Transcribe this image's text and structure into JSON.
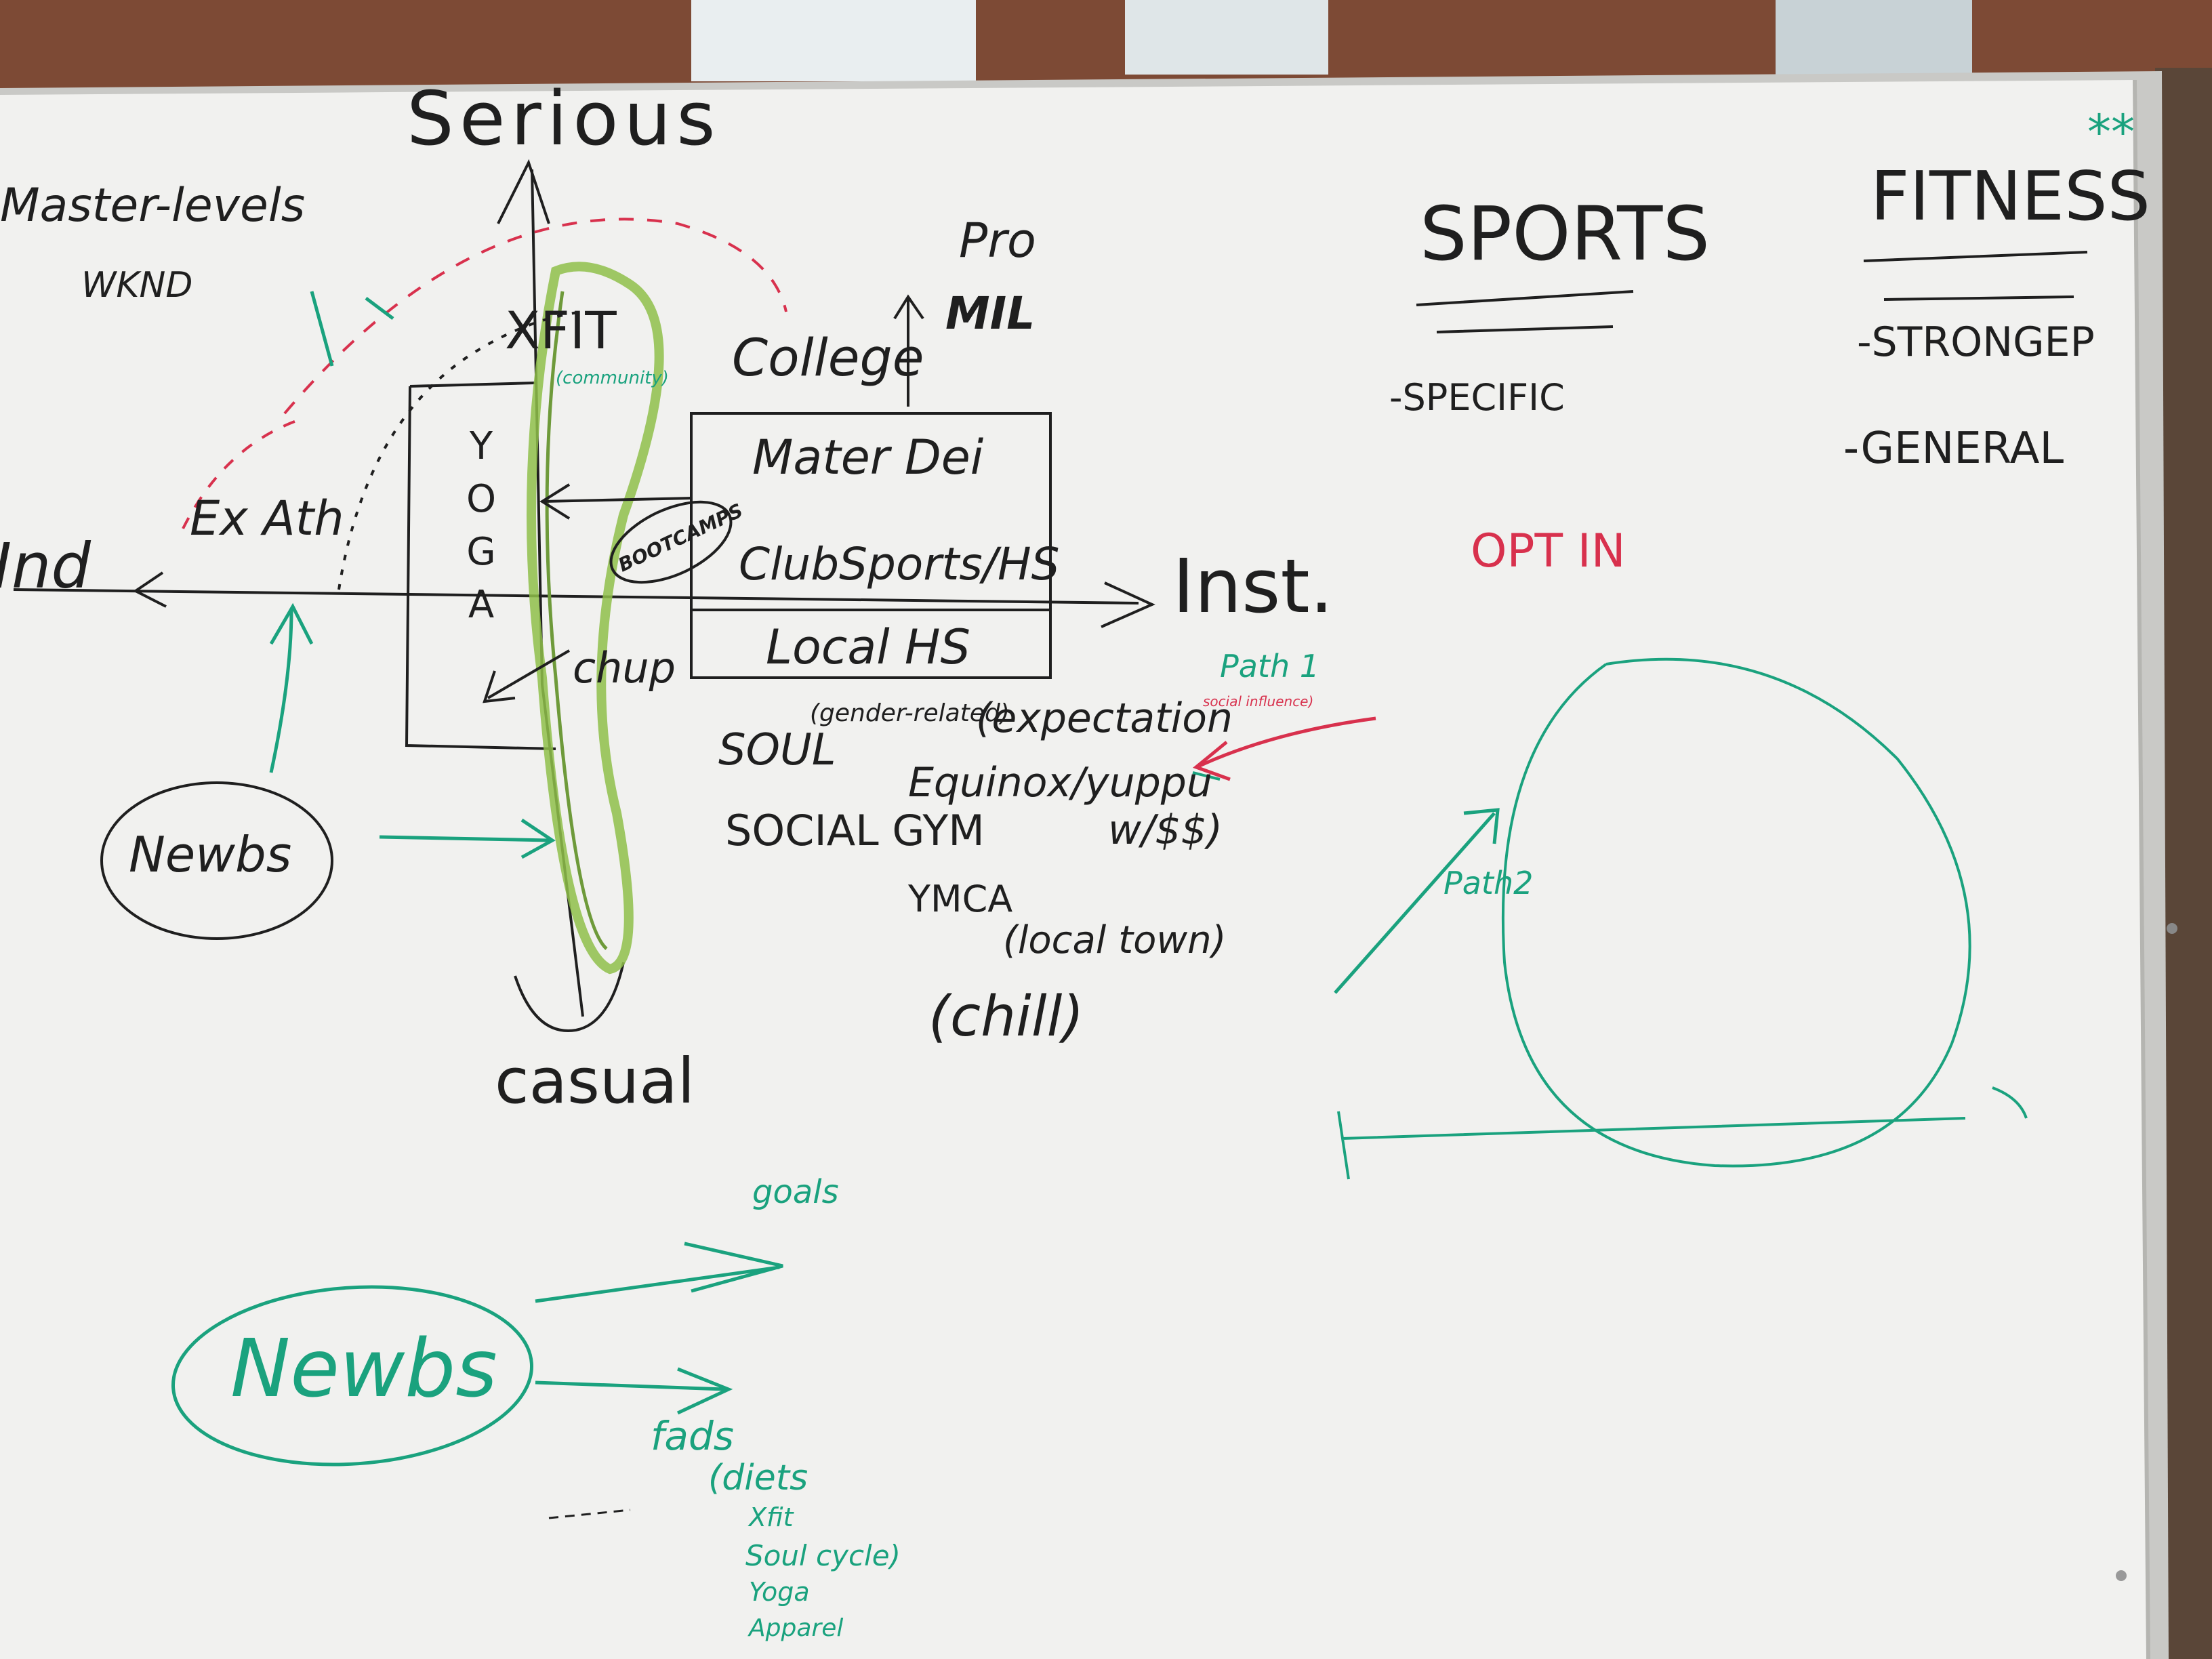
{
  "colors": {
    "wall": "#7a4a35",
    "board": "#f1f1ef",
    "frame": "#c9c9c6",
    "marker_black": "#1f1f1f",
    "marker_green": "#1aa27e",
    "marker_red": "#d8314d",
    "marker_lightgreen": "#8fbf4a"
  },
  "axis": {
    "top": "Serious",
    "bottom": "casual",
    "left": "Ind",
    "right": "Inst."
  },
  "left_notes": {
    "master_levels": "Master-levels",
    "wknd": "WKND",
    "ex_ath": "Ex Ath",
    "newbs": "Newbs"
  },
  "yoga_box": {
    "letters": [
      "Y",
      "O",
      "G",
      "A"
    ],
    "xfit": "XFIT",
    "xfit_note": "(community)",
    "bootcamps": "BOOTCAMPS",
    "chup": "chup"
  },
  "inst_box": {
    "rows": [
      "Mater Dei",
      "ClubSports/HS",
      "Local HS"
    ]
  },
  "ladder": {
    "college": "College",
    "pro": "Pro",
    "mil": "MIL"
  },
  "gyms": {
    "soul": "SOUL",
    "soul_note": "(gender-related)",
    "expectation": "(expectation",
    "path1": "Path 1",
    "path1_note": "social influence)",
    "equinox": "Equinox/yuppu",
    "equinox_note": "w/$$)",
    "social_gym": "SOCIAL GYM",
    "ymca": "YMCA",
    "local_town": "(local town)",
    "chill": "(chill)"
  },
  "right_notes": {
    "sports": "SPORTS",
    "specific": "-SPECIFIC",
    "fitness": "FITNESS",
    "stars": "**",
    "stronger": "-STRONGEP",
    "general": "-GENERAL",
    "opt_in": "OPT IN",
    "path2": "Path2"
  },
  "bottom_notes": {
    "newbs": "Newbs",
    "goals": "goals",
    "fads": "fads",
    "fad_list": [
      "(diets",
      "Xfit",
      "Soul cycle)",
      "Yoga",
      "Apparel"
    ]
  }
}
